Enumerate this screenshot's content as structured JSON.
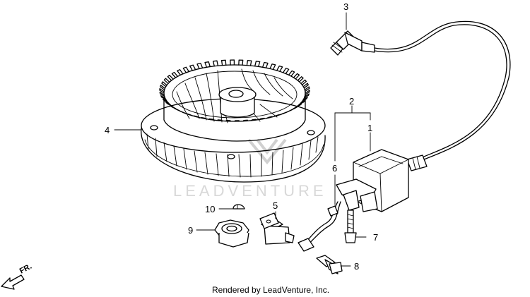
{
  "watermark": "LEADVENTURE",
  "credit": "Rendered by LeadVenture, Inc.",
  "direction_label": "FR.",
  "callouts": [
    {
      "id": "1",
      "label": "1"
    },
    {
      "id": "2",
      "label": "2"
    },
    {
      "id": "3",
      "label": "3"
    },
    {
      "id": "4",
      "label": "4"
    },
    {
      "id": "5",
      "label": "5"
    },
    {
      "id": "6",
      "label": "6"
    },
    {
      "id": "7",
      "label": "7"
    },
    {
      "id": "8",
      "label": "8"
    },
    {
      "id": "9",
      "label": "9"
    },
    {
      "id": "10",
      "label": "10"
    }
  ]
}
